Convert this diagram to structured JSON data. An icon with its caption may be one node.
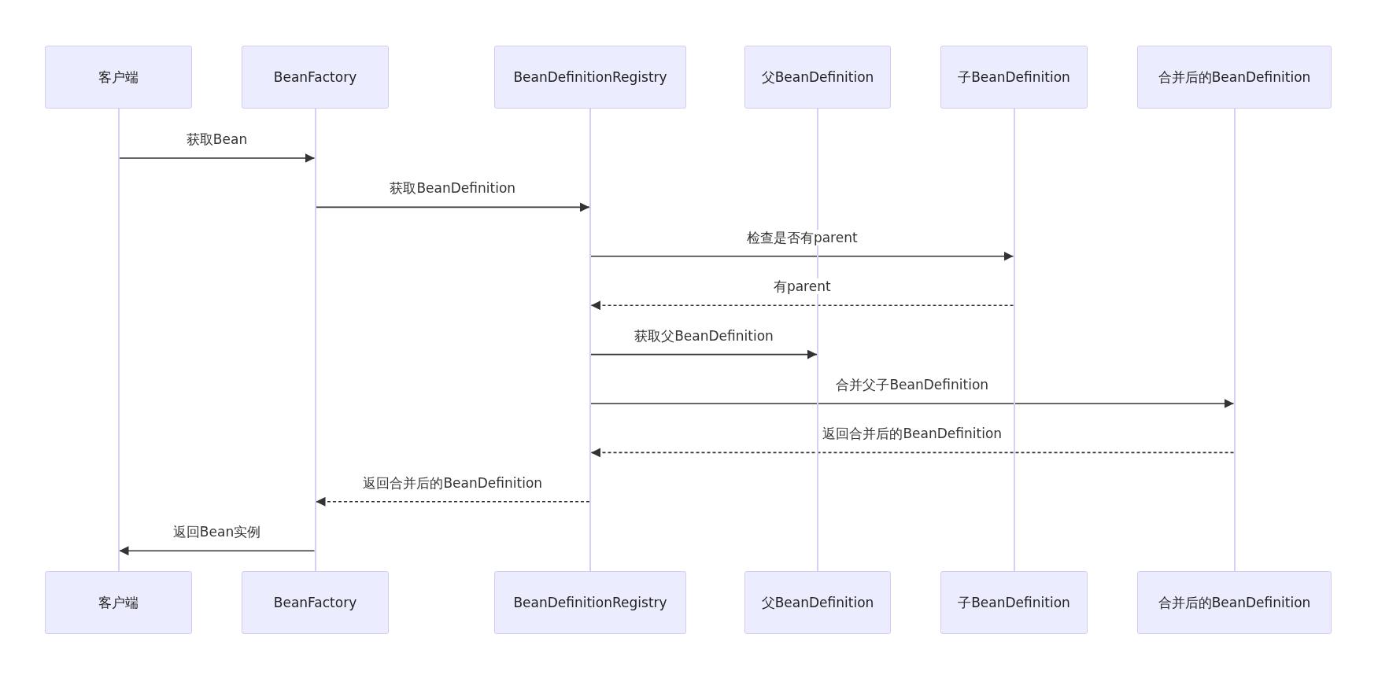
{
  "diagram": {
    "nodes": [
      {
        "text": [
          "客户端"
        ]
      },
      {
        "text": [
          "BeanFactory"
        ]
      },
      {
        "text": [
          "BeanDefinitionRegistry"
        ]
      },
      {
        "text": [
          "父BeanDefinition"
        ]
      },
      {
        "text": [
          "子BeanDefinition"
        ]
      },
      {
        "text": [
          "合并后的BeanDefinition"
        ]
      },
      {
        "text": [
          "客户端"
        ]
      },
      {
        "text": [
          "BeanFactory"
        ]
      },
      {
        "text": [
          "BeanDefinitionRegistry"
        ]
      },
      {
        "text": [
          "父BeanDefinition"
        ]
      },
      {
        "text": [
          "子BeanDefinition"
        ]
      },
      {
        "text": [
          "合并后的BeanDefinition"
        ]
      },
      {
        "text": [],
        "shape": "bar"
      },
      {
        "text": [],
        "shape": "bar"
      },
      {
        "text": [],
        "shape": "bar"
      },
      {
        "text": [],
        "shape": "bar"
      },
      {
        "text": [],
        "shape": "bar"
      },
      {
        "text": [],
        "shape": "bar"
      }
    ],
    "edges": [
      {
        "from": 12,
        "to": 13,
        "arrow": "to",
        "label": "获取Bean"
      },
      {
        "from": 13,
        "to": 14,
        "arrow": "to",
        "label": "获取BeanDefinition"
      },
      {
        "from": 14,
        "to": 16,
        "arrow": "to",
        "label": "检查是否有parent"
      },
      {
        "from": 16,
        "to": 14,
        "arrow": "to",
        "label": "有parent",
        "style": "dashed"
      },
      {
        "from": 14,
        "to": 15,
        "arrow": "to",
        "label": "获取父BeanDefinition"
      },
      {
        "from": 14,
        "to": 17,
        "arrow": "to",
        "label": "合并父子BeanDefinition"
      },
      {
        "from": 17,
        "to": 14,
        "arrow": "to",
        "label": "返回合并后的BeanDefinition",
        "style": "dashed"
      },
      {
        "from": 14,
        "to": 13,
        "arrow": "to",
        "label": "返回合并后的BeanDefinition",
        "style": "dashed"
      },
      {
        "from": 13,
        "to": 12,
        "arrow": "to",
        "label": "返回Bean实例"
      }
    ]
  }
}
